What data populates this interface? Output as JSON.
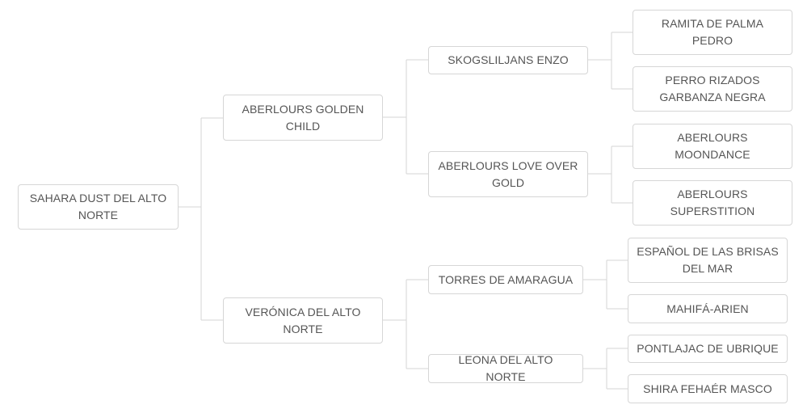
{
  "pedigree": {
    "subject": {
      "name": "SAHARA DUST DEL ALTO NORTE"
    },
    "sire": {
      "name": "ABERLOURS GOLDEN CHILD"
    },
    "dam": {
      "name": "VERÓNICA DEL ALTO NORTE"
    },
    "sire_sire": {
      "name": "SKOGSLILJANS ENZO"
    },
    "sire_dam": {
      "name": "ABERLOURS LOVE OVER GOLD"
    },
    "dam_sire": {
      "name": "TORRES DE AMARAGUA"
    },
    "dam_dam": {
      "name": "LEONA DEL ALTO NORTE"
    },
    "sss": {
      "name": "RAMITA DE PALMA PEDRO"
    },
    "ssd": {
      "name": "PERRO RIZADOS GARBANZA NEGRA"
    },
    "sds": {
      "name": "ABERLOURS MOONDANCE"
    },
    "sdd": {
      "name": "ABERLOURS SUPERSTITION"
    },
    "dss": {
      "name": "ESPAÑOL DE LAS BRISAS DEL MAR"
    },
    "dsd": {
      "name": "MAHIFÁ-ARIEN"
    },
    "dds": {
      "name": "PONTLAJAC DE UBRIQUE"
    },
    "ddd": {
      "name": "SHIRA FEHAÉR MASCO"
    }
  },
  "colors": {
    "border": "#d6d6d6",
    "text": "#555555",
    "connector": "#d6d6d6"
  }
}
